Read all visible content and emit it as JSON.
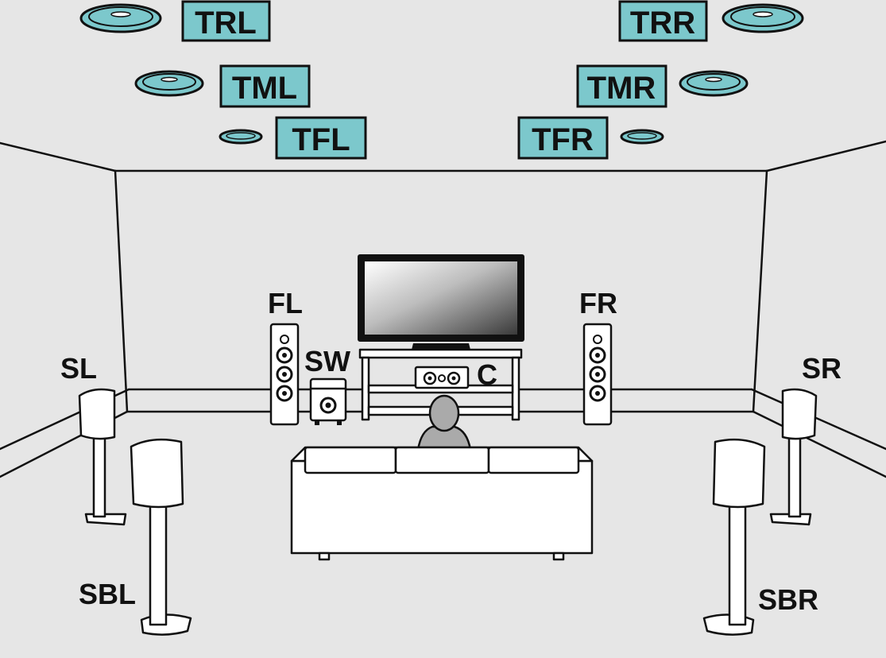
{
  "colors": {
    "background": "#e6e6e6",
    "height_label_fill": "#7cc8cc",
    "ceiling_speaker_fill": "#7cc8cc",
    "outline": "#111111",
    "surface": "#ffffff",
    "listener": "#aaaaaa"
  },
  "height_labels": {
    "trl": "TRL",
    "trr": "TRR",
    "tml": "TML",
    "tmr": "TMR",
    "tfl": "TFL",
    "tfr": "TFR"
  },
  "floor_labels": {
    "fl": "FL",
    "fr": "FR",
    "sw": "SW",
    "c": "C",
    "sl": "SL",
    "sr": "SR",
    "sbl": "SBL",
    "sbr": "SBR"
  },
  "icons": {
    "ceiling_speaker": "ceiling-speaker-icon",
    "tower_speaker": "tower-speaker-icon",
    "center_speaker": "center-speaker-icon",
    "subwoofer": "subwoofer-icon",
    "surround_speaker": "surround-speaker-on-stand-icon",
    "tv": "tv-icon",
    "sofa": "sofa-icon",
    "listener": "listener-icon"
  }
}
